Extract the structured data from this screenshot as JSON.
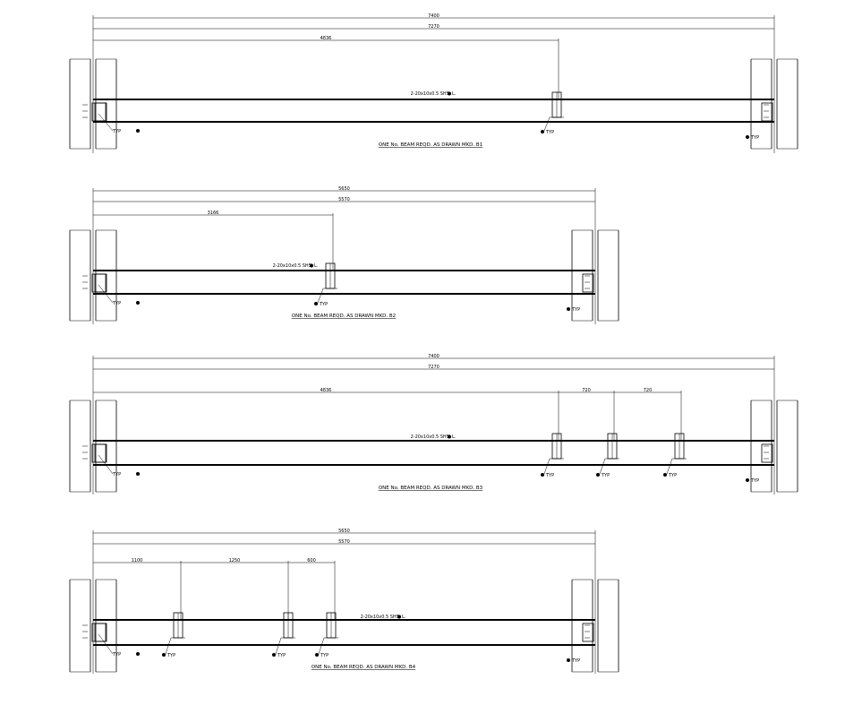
{
  "beams": [
    {
      "title": "ONE No. BEAM REQD. AS DRAWN MKD. B1",
      "dims": {
        "overall": "7400",
        "span": "7270",
        "seg1": "4836"
      },
      "note": "2-20x10x0.5 SHS. L.",
      "stiffeners": [
        {
          "label": "TYP"
        }
      ],
      "end_left_label": "TYP",
      "end_right_label": "TYP"
    },
    {
      "title": "ONE No. BEAM REQD. AS DRAWN MKD. B2",
      "dims": {
        "overall": "5650",
        "span": "5570",
        "seg1": "3166"
      },
      "note": "2-20x10x0.5 SHS. L.",
      "stiffeners": [
        {
          "label": "TYP"
        }
      ],
      "end_left_label": "TYP",
      "end_right_label": "TYP"
    },
    {
      "title": "ONE No. BEAM REQD. AS DRAWN MKD. B3",
      "dims": {
        "overall": "7400",
        "span": "7270",
        "seg1": "4836",
        "seg2": "720",
        "seg3": "720"
      },
      "note": "2-20x10x0.5 SHS. L.",
      "stiffeners": [
        {
          "label": "TYP"
        },
        {
          "label": "TYP"
        },
        {
          "label": "TYP"
        }
      ],
      "end_left_label": "TYP",
      "end_right_label": "TYP"
    },
    {
      "title": "ONE No. BEAM REQD. AS DRAWN MKD. B4",
      "dims": {
        "overall": "5650",
        "span": "5570",
        "seg1": "1100",
        "seg2": "1250",
        "seg3": "600"
      },
      "note": "2-20x10x0.5 SHS. L.",
      "stiffeners": [
        {
          "label": "TYP"
        },
        {
          "label": "TYP"
        },
        {
          "label": "TYP"
        }
      ],
      "end_left_label": "TYP",
      "end_right_label": "TYP"
    }
  ]
}
